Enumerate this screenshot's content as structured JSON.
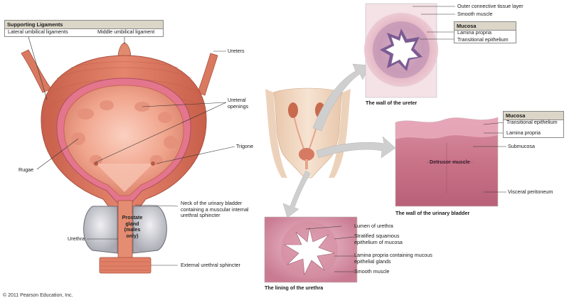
{
  "supporting_ligaments": {
    "title": "Supporting Ligaments",
    "lateral": "Lateral umbilical ligaments",
    "middle": "Middle umbilical ligament"
  },
  "bladder_labels": {
    "ureters": "Ureters",
    "ureteral_openings": "Ureteral openings",
    "trigone": "Trigone",
    "rugae": "Rugae",
    "neck": "Neck of the urinary bladder containing a muscular internal urethral sphincter",
    "prostate": "Prostate gland (males only)",
    "urethra": "Urethra",
    "external_sphincter": "External urethral sphincter"
  },
  "ureter_panel": {
    "outer_layer": "Outer connective tissue layer",
    "smooth_muscle": "Smooth muscle",
    "mucosa_title": "Mucosa",
    "lamina_propria": "Lamina propria",
    "transitional_epithelium": "Transitional epithelium",
    "caption": "The wall of the ureter"
  },
  "bladder_wall_panel": {
    "mucosa_title": "Mucosa",
    "transitional_epithelium": "Transitional epithelium",
    "lamina_propria": "Lamina propria",
    "submucosa": "Submucosa",
    "detrusor": "Detrusor muscle",
    "visceral_peritoneum": "Visceral peritoneum",
    "caption": "The wall of the urinary bladder"
  },
  "urethra_panel": {
    "lumen": "Lumen of urethra",
    "stratified": "Stratified squamous epithelium of mucosa",
    "lamina_propria": "Lamina propria containing mucous epithelial glands",
    "smooth_muscle": "Smooth muscle",
    "caption": "The lining of the urethra"
  },
  "copyright": "© 2011 Pearson Education, Inc.",
  "colors": {
    "muscle": "#d9735d",
    "muscle_dark": "#b8503e",
    "lumen": "#f0a48c",
    "histology_pink": "#e7b6c4",
    "histology_purple": "#8a6f9e",
    "arrow_gray": "#c8c8c8",
    "skin": "#f1d9c4"
  }
}
